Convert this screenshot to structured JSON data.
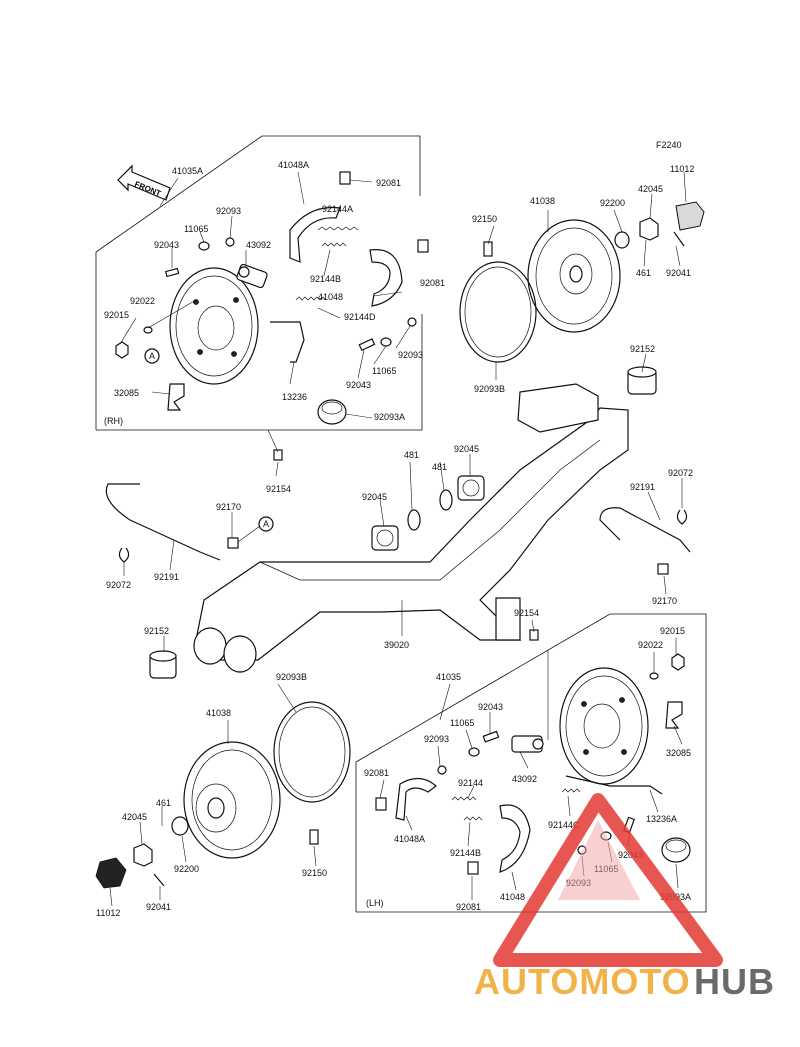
{
  "diagram_code": "F2240",
  "front_marker": "FRONT",
  "groups": {
    "rh": "(RH)",
    "lh": "(LH)"
  },
  "callout_a": "A",
  "labels": {
    "p41035a": "41035A",
    "p41048a_rh": "41048A",
    "p92081_rh_top": "92081",
    "p92093_rh_top": "92093",
    "p92144a": "92144A",
    "p11065_rh": "11065",
    "p92043_rh_top": "92043",
    "p43092_rh": "43092",
    "p92144b_rh": "92144B",
    "p92081_rh_mid": "92081",
    "p41048_rh": "41048",
    "p92022_rh": "92022",
    "p92015_rh": "92015",
    "p92144d": "92144D",
    "p92093_rh_low": "92093",
    "p92043_rh_low": "92043",
    "p11065_rh_low": "11065",
    "p13236": "13236",
    "p32085_rh": "32085",
    "p92093a_rh": "92093A",
    "p92154_rh": "92154",
    "p41038_rh": "41038",
    "p92150_rh": "92150",
    "p92200_rh": "92200",
    "p42045_rh": "42045",
    "p11012_rh": "11012",
    "p461_rh": "461",
    "p92041_rh": "92041",
    "p92093b_rh": "92093B",
    "p92152_rh": "92152",
    "p92045_upper": "92045",
    "p481_a": "481",
    "p481_b": "481",
    "p92072_right": "92072",
    "p92191_right": "92191",
    "p92045_lower": "92045",
    "p92170_left": "92170",
    "p92072_left": "92072",
    "p92191_left": "92191",
    "p92170_right": "92170",
    "p92152_left": "92152",
    "p39020": "39020",
    "p92154_lh": "92154",
    "p92015_lh": "92015",
    "p92022_lh": "92022",
    "p92093b_lh": "92093B",
    "p41035": "41035",
    "p41038_lh": "41038",
    "p92043_lh_top": "92043",
    "p11065_lh_top": "11065",
    "p92093_lh_top": "92093",
    "p92081_lh_left": "92081",
    "p92144": "92144",
    "p43092_lh": "43092",
    "p32085_lh": "32085",
    "p41048a_lh": "41048A",
    "p92144c": "92144C",
    "p13236a": "13236A",
    "p461_lh": "461",
    "p42045_lh": "42045",
    "p92200_lh": "92200",
    "p92150_lh": "92150",
    "p92144b_lh": "92144B",
    "p92043_lh_low": "92043",
    "p11065_lh_low": "11065",
    "p92093_lh_low": "92093",
    "p92093a_lh": "92093A",
    "p41048_lh": "41048",
    "p92081_lh_low": "92081",
    "p11012_lh": "11012",
    "p92041_lh": "92041"
  },
  "watermark": {
    "word1": "AUTOMOTO",
    "word2": "HUB",
    "color1": "#f2b24a",
    "color2": "#6a6a6a",
    "triangle_color": "#e53935"
  }
}
